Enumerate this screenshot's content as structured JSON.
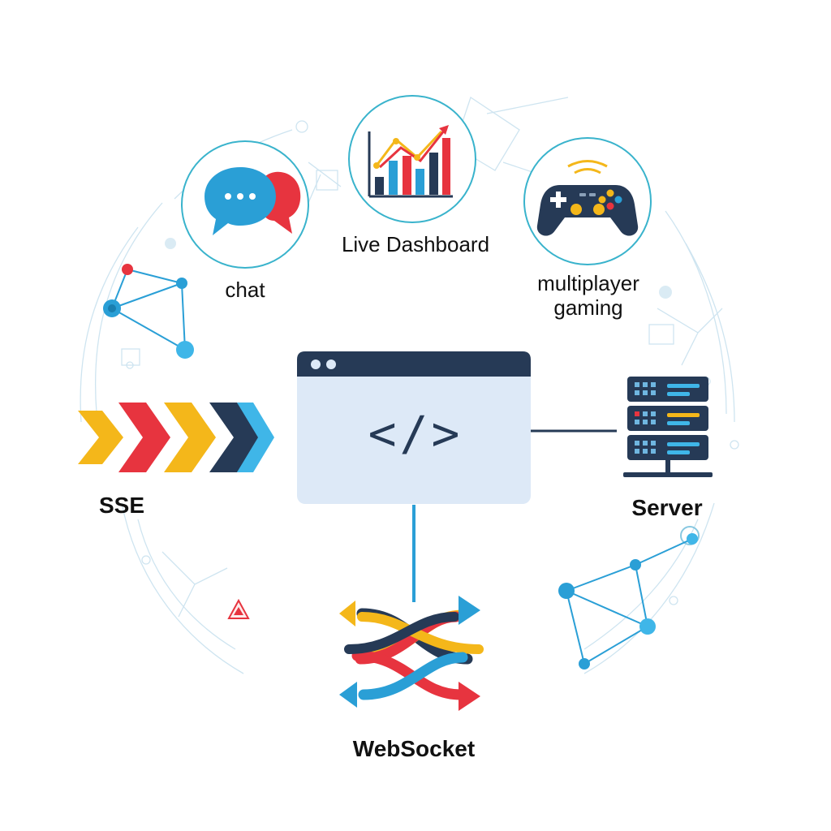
{
  "diagram": {
    "center": {
      "code_symbol": "</>"
    },
    "use_cases": {
      "chat": "chat",
      "dashboard": "Live Dashboard",
      "gaming_line1": "multiplayer",
      "gaming_line2": "gaming"
    },
    "technologies": {
      "sse": "SSE",
      "server": "Server",
      "websocket": "WebSocket"
    }
  },
  "icons": {
    "chat": "chat-bubbles-icon",
    "dashboard": "bar-line-chart-icon",
    "gaming": "gamepad-icon",
    "sse": "chevron-arrows-icon",
    "server": "server-rack-icon",
    "websocket": "bidirectional-arrows-icon",
    "browser": "browser-window-icon",
    "network": "network-graph-icon"
  },
  "colors": {
    "navy": "#263a56",
    "blue": "#2a9fd6",
    "light_blue": "#3fb6e8",
    "red": "#e7343f",
    "yellow": "#f4b71a",
    "window_fill": "#dde9f7",
    "circle_stroke": "#39b3cc"
  }
}
